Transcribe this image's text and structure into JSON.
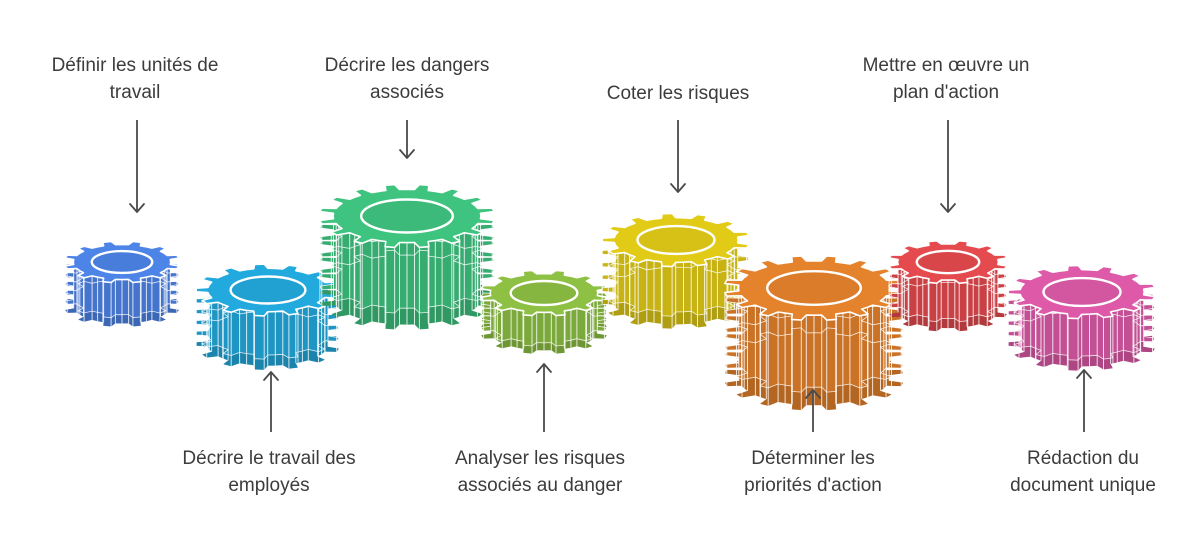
{
  "diagram": {
    "steps": [
      {
        "label": "Définir les unités de\ntravail",
        "color": "#4d84e8",
        "placement": "top"
      },
      {
        "label": "Décrire le travail des\nemployés",
        "color": "#22a9dd",
        "placement": "bottom"
      },
      {
        "label": "Décrire les dangers\nassociés",
        "color": "#3ec47f",
        "placement": "top"
      },
      {
        "label": "Analyser les risques\nassociés au danger",
        "color": "#8dc043",
        "placement": "bottom"
      },
      {
        "label": "Coter les risques",
        "color": "#e2cb17",
        "placement": "top"
      },
      {
        "label": "Déterminer les\npriorités d'action",
        "color": "#e5832c",
        "placement": "bottom"
      },
      {
        "label": "Mettre en œuvre un\nplan d'action",
        "color": "#e44a4e",
        "placement": "top"
      },
      {
        "label": "Rédaction du\ndocument unique",
        "color": "#de5aa8",
        "placement": "bottom"
      }
    ]
  }
}
